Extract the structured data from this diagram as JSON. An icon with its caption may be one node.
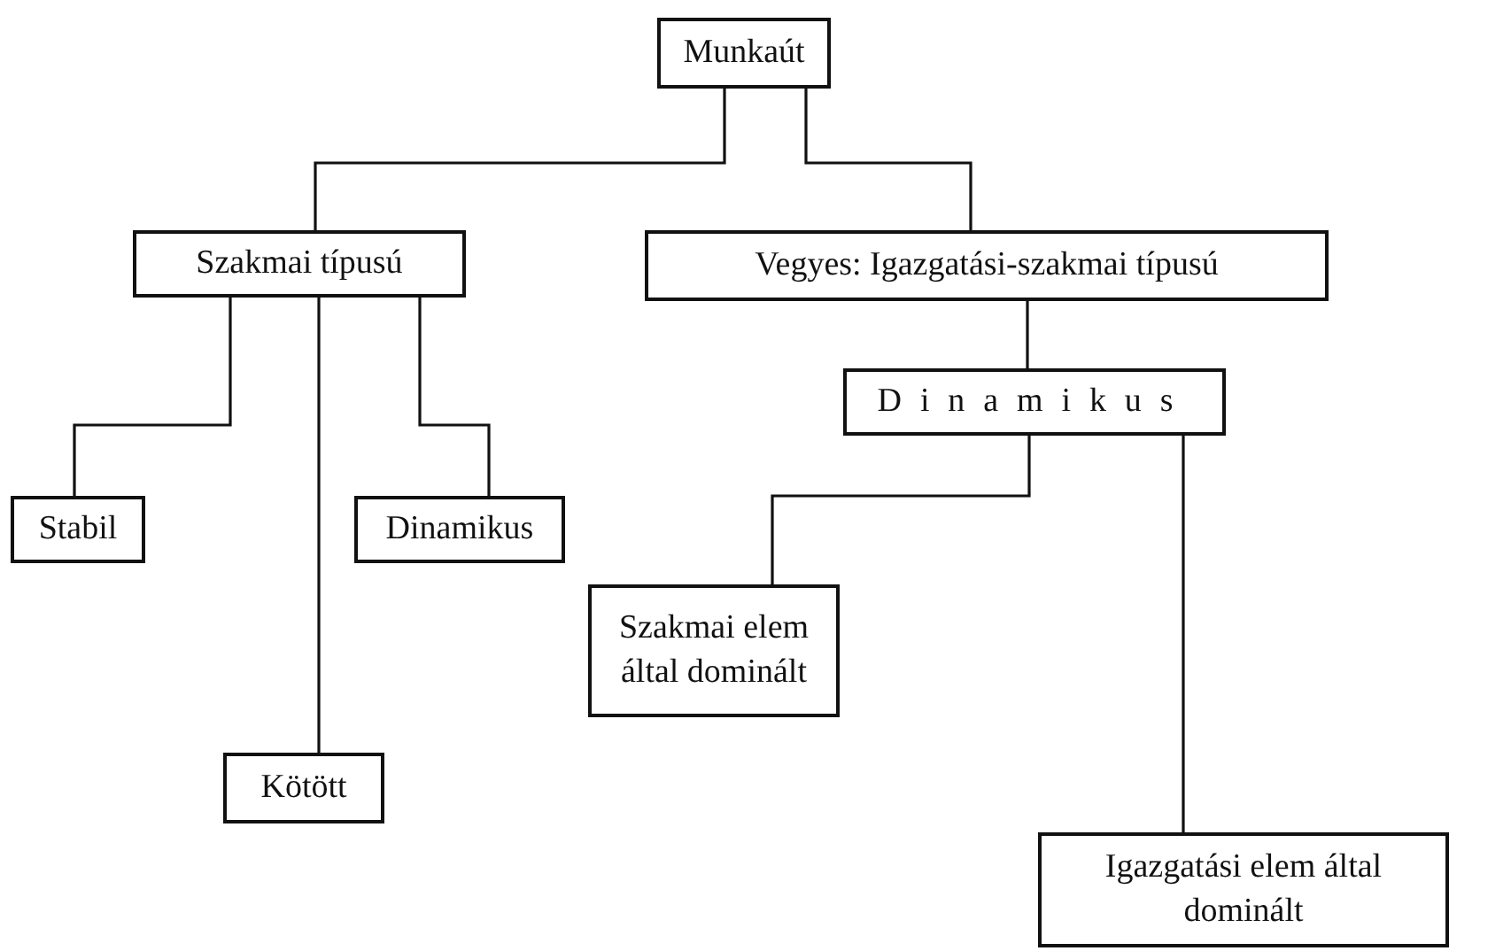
{
  "diagram": {
    "nodes": [
      {
        "text": [
          "Munkaút"
        ]
      },
      {
        "text": [
          "Szakmai típusú"
        ]
      },
      {
        "text": [
          "Vegyes: Igazgatási-szakmai típusú"
        ]
      },
      {
        "text": [
          "Dinamikus"
        ]
      },
      {
        "text": [
          "Stabil"
        ]
      },
      {
        "text": [
          "Dinamikus"
        ]
      },
      {
        "text": [
          "Szakmai elem által dominált"
        ]
      },
      {
        "text": [
          "Kötött"
        ]
      },
      {
        "text": [
          "Igazgatási elem által dominált"
        ]
      }
    ],
    "edges": [
      {
        "from": 0,
        "to": 1,
        "arrow": "none"
      },
      {
        "from": 0,
        "to": 2,
        "arrow": "none"
      },
      {
        "from": 1,
        "to": 4,
        "arrow": "none"
      },
      {
        "from": 1,
        "to": 7,
        "arrow": "none"
      },
      {
        "from": 1,
        "to": 5,
        "arrow": "none"
      },
      {
        "from": 2,
        "to": 3,
        "arrow": "none"
      },
      {
        "from": 3,
        "to": 6,
        "arrow": "none"
      },
      {
        "from": 3,
        "to": 8,
        "arrow": "none"
      }
    ]
  }
}
